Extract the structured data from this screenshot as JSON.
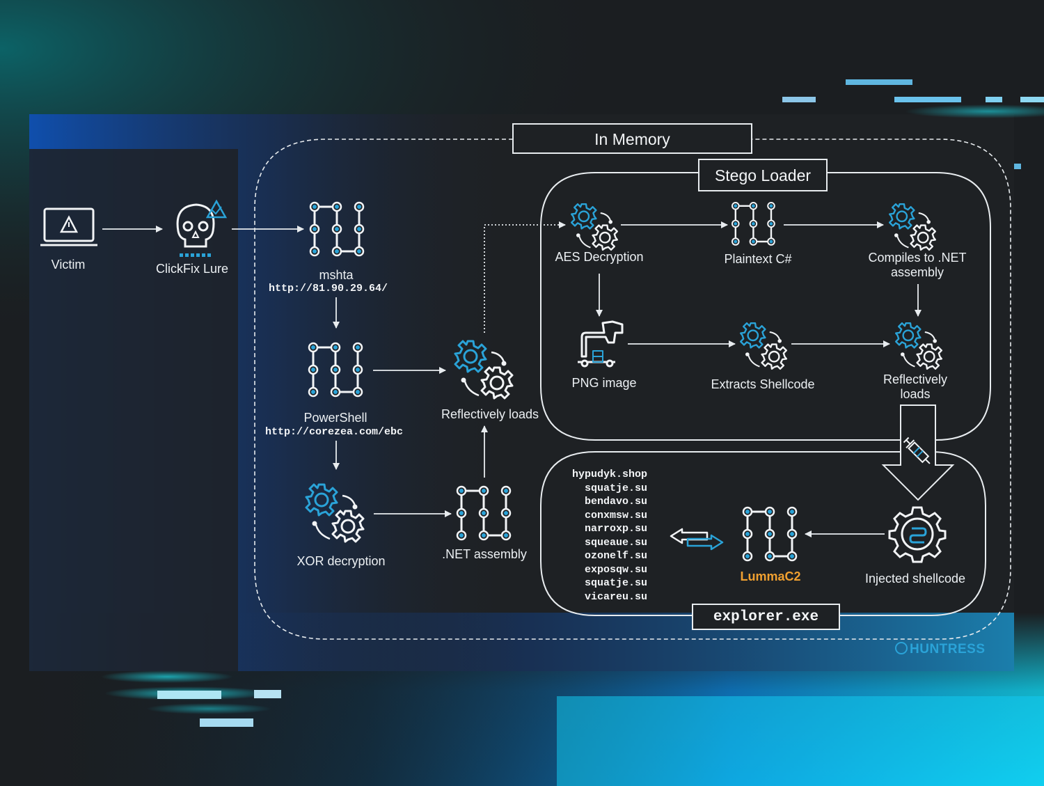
{
  "titles": {
    "in_memory": "In Memory",
    "stego_loader": "Stego Loader",
    "explorer": "explorer.exe"
  },
  "nodes": {
    "victim": "Victim",
    "clickfix": "ClickFix Lure",
    "mshta": "mshta",
    "mshta_url": "http://81.90.29.64/",
    "powershell": "PowerShell",
    "powershell_url": "http://corezea.com/ebc",
    "xor": "XOR decryption",
    "net_assembly": ".NET assembly",
    "reflective_main": "Reflectively loads",
    "aes": "AES Decryption",
    "plaintext": "Plaintext C#",
    "compiles_1": "Compiles to .NET",
    "compiles_2": "assembly",
    "png": "PNG image",
    "extracts": "Extracts Shellcode",
    "reflective_stego_1": "Reflectively",
    "reflective_stego_2": "loads",
    "lumma": "LummaC2",
    "injected": "Injected shellcode"
  },
  "domains": [
    "hypudyk.shop",
    "squatje.su",
    "bendavo.su",
    "conxmsw.su",
    "narroxp.su",
    "squeaue.su",
    "ozonelf.su",
    "exposqw.su",
    "squatje.su",
    "vicareu.su"
  ],
  "brand": "HUNTRESS",
  "colors": {
    "accent": "#2aa3d8",
    "lumma": "#f0a030",
    "line": "#e8ecef",
    "panel": "#1e2124"
  },
  "icons": {
    "victim": "laptop-warning-icon",
    "clickfix": "skull-warning-icon",
    "script": "circuit-script-icon",
    "gears": "gears-icon",
    "trojan": "trojan-horse-icon",
    "syringe": "syringe-icon",
    "shellcode": "shellcode-gear-icon",
    "exchange": "bidirectional-arrows-icon"
  }
}
